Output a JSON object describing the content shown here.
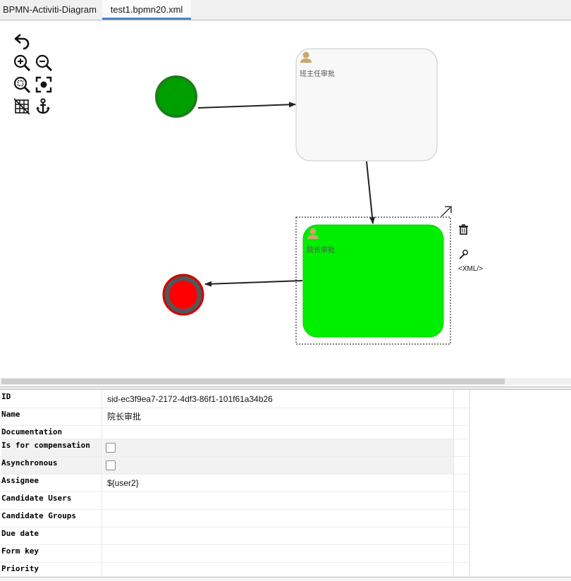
{
  "tabs": [
    {
      "label": "BPMN-Activiti-Diagram"
    },
    {
      "label": "test1.bpmn20.xml"
    }
  ],
  "toolbar": {
    "undo": "undo-icon",
    "zoom_in": "zoom-in-icon",
    "zoom_out": "zoom-out-icon",
    "zoom_reset": "zoom-reset-icon",
    "fit": "fit-icon",
    "grid": "grid-icon",
    "anchor": "anchor-icon"
  },
  "diagram": {
    "task1": {
      "label": "班主任审批",
      "fill": "#f8f8f8",
      "stroke": "#c8c8c8"
    },
    "task2": {
      "label": "院长审批",
      "fill": "#00ee00",
      "stroke": "#00cc00"
    },
    "start_event": {
      "fill": "#009f00",
      "stroke": "#1a7f1a"
    },
    "end_event": {
      "fill": "#ff0000",
      "stroke": "#d40000",
      "ring": "#555555"
    },
    "context_pad": {
      "xml_label": "<XML/>"
    }
  },
  "properties": [
    {
      "key": "ID",
      "value": "sid-ec3f9ea7-2172-4df3-86f1-101f61a34b26",
      "type": "text"
    },
    {
      "key": "Name",
      "value": "院长审批",
      "type": "text"
    },
    {
      "key": "Documentation",
      "value": "",
      "type": "text"
    },
    {
      "key": "Is for compensation",
      "value": "",
      "type": "checkbox",
      "checked": false
    },
    {
      "key": "Asynchronous",
      "value": "",
      "type": "checkbox",
      "checked": false
    },
    {
      "key": "Assignee",
      "value": "${user2}",
      "type": "text"
    },
    {
      "key": "Candidate Users",
      "value": "",
      "type": "text"
    },
    {
      "key": "Candidate Groups",
      "value": "",
      "type": "text"
    },
    {
      "key": "Due date",
      "value": "",
      "type": "text"
    },
    {
      "key": "Form key",
      "value": "",
      "type": "text"
    },
    {
      "key": "Priority",
      "value": "",
      "type": "text"
    }
  ]
}
